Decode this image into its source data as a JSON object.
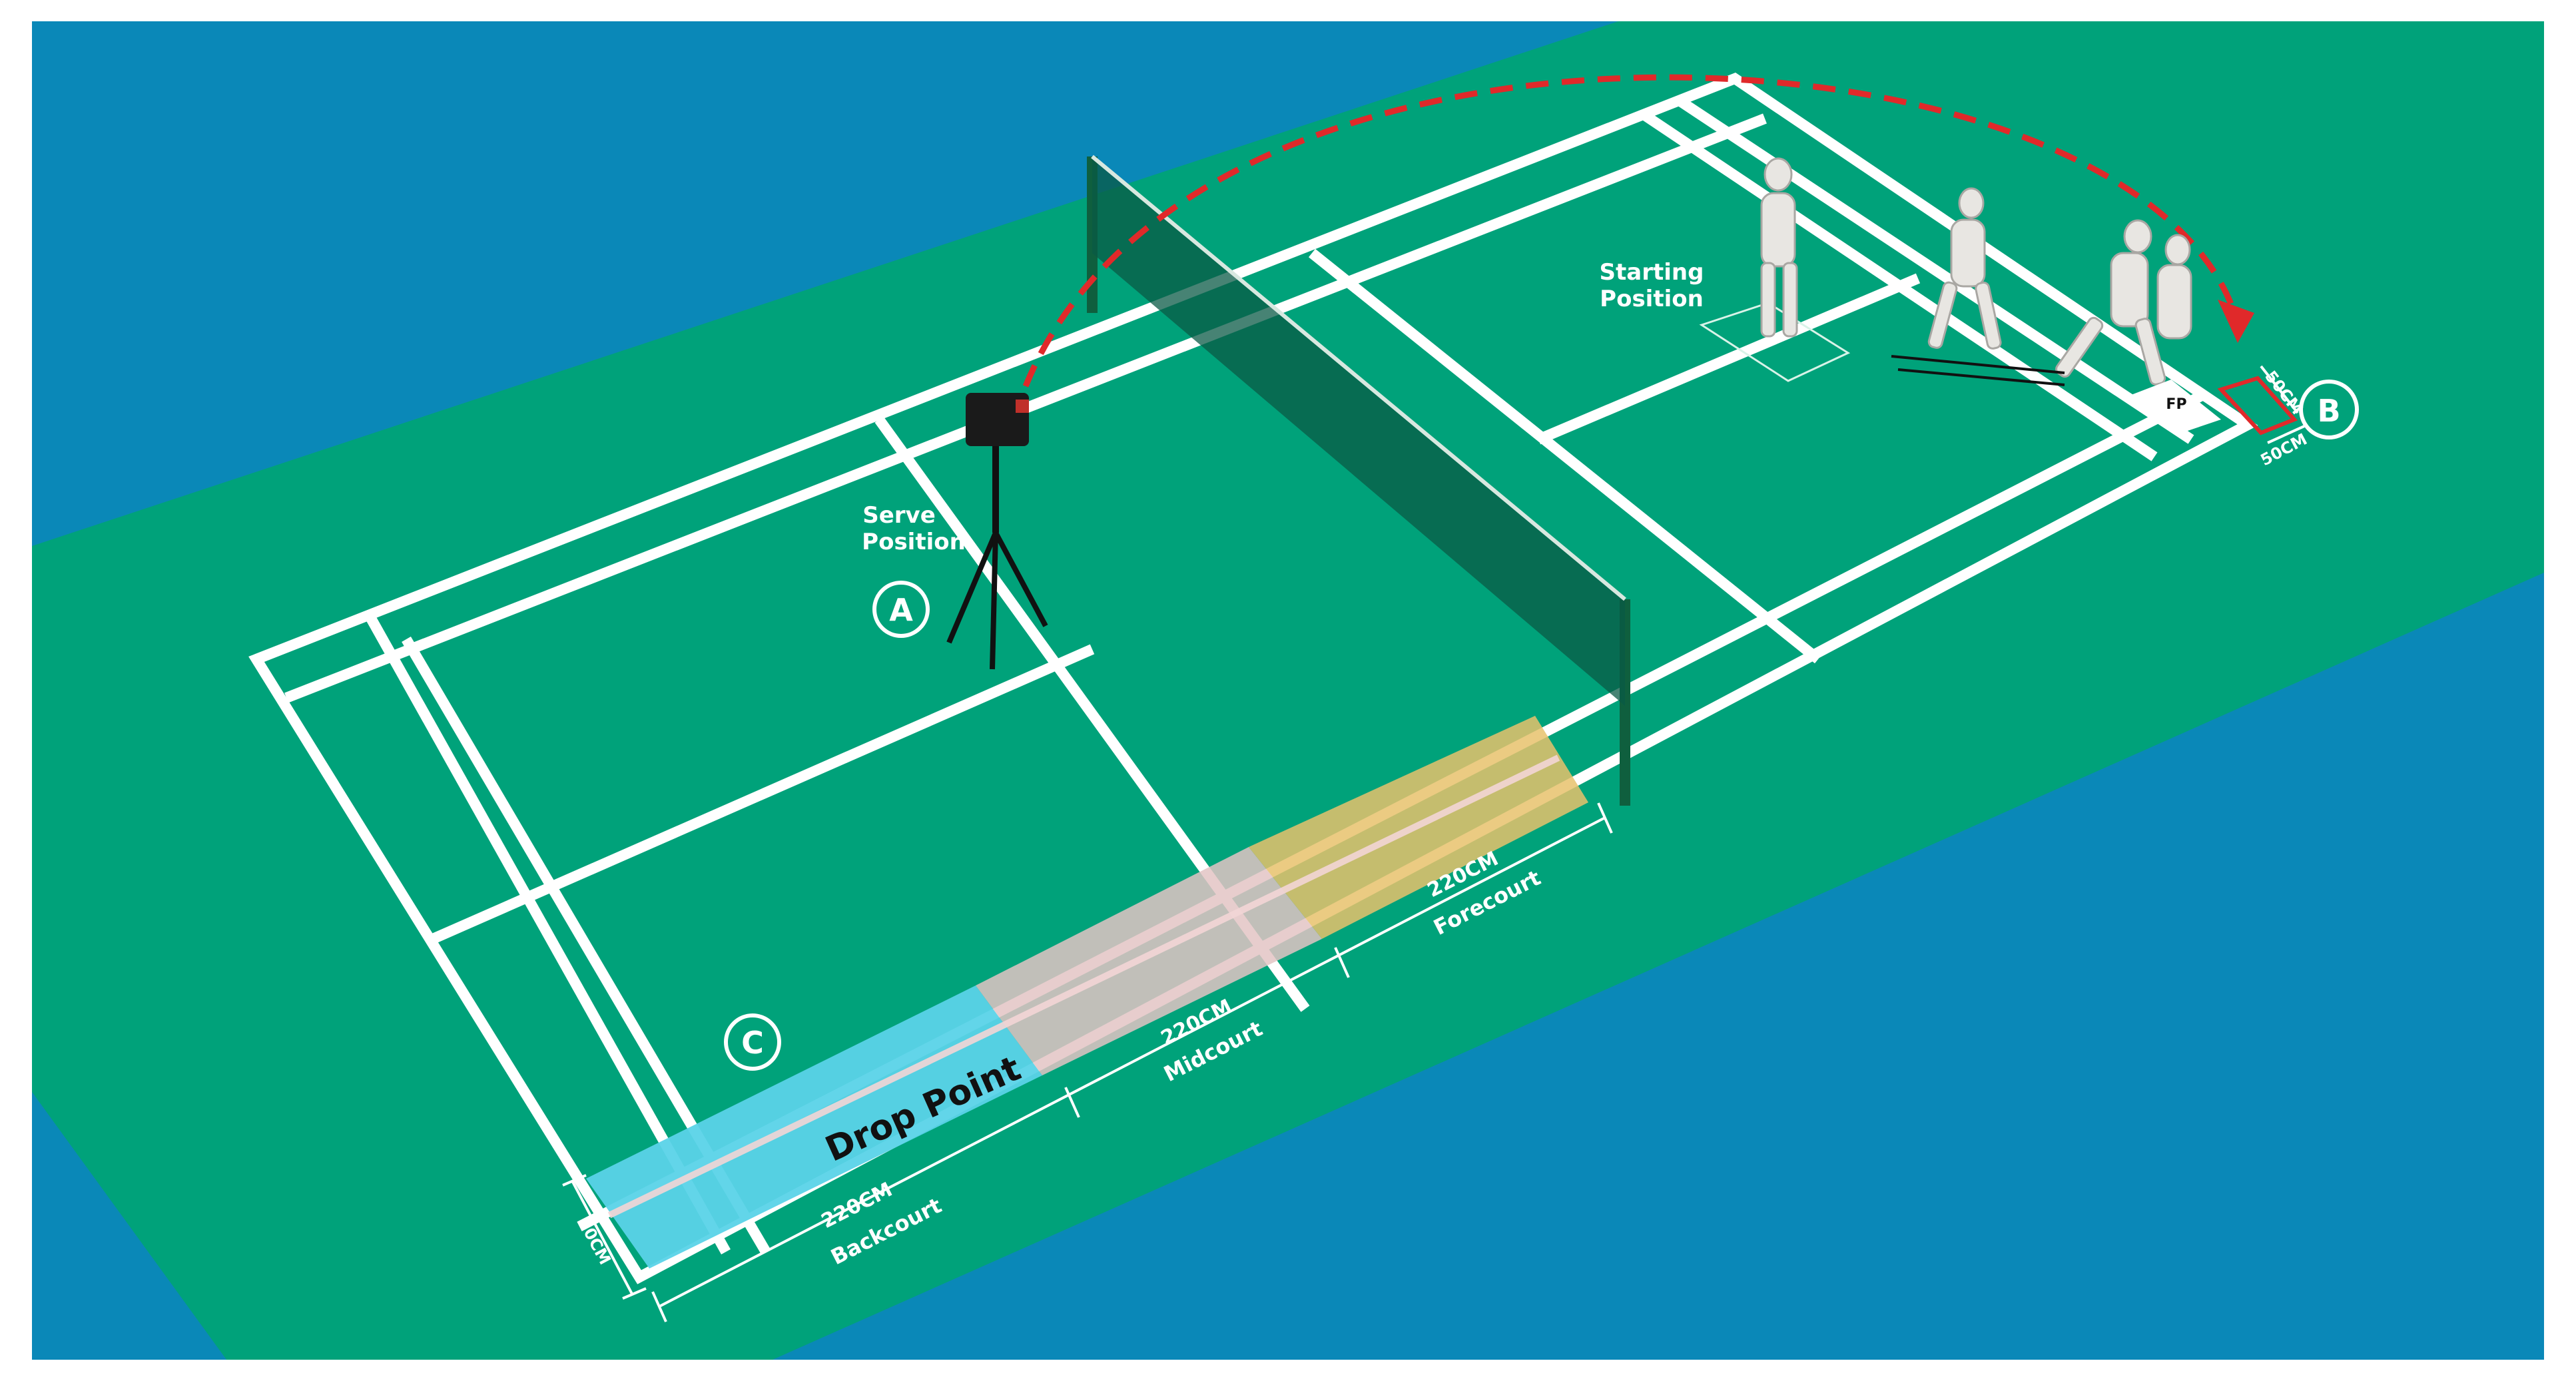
{
  "labels": {
    "serve_position_line1": "Serve",
    "serve_position_line2": "Position",
    "starting_position_line1": "Starting",
    "starting_position_line2": "Position",
    "drop_point": "Drop Point",
    "fp": "FP",
    "marker_a": "A",
    "marker_b": "B",
    "marker_c": "C"
  },
  "zones": [
    {
      "dimension": "220CM",
      "name": "Backcourt",
      "color": "#5ad3e8"
    },
    {
      "dimension": "220CM",
      "name": "Midcourt",
      "color": "#e3c4c4"
    },
    {
      "dimension": "220CM",
      "name": "Forecourt",
      "color": "#e7c26c"
    }
  ],
  "dimensions": {
    "zone_width": "80CM",
    "fp_side_1": "50CM",
    "fp_side_2": "50CM"
  },
  "colors": {
    "background": "#0a88b8",
    "floor": "#00a27a",
    "court_lines": "#ffffff",
    "trajectory": "#e0292a",
    "fp_outline": "#e0292a"
  }
}
